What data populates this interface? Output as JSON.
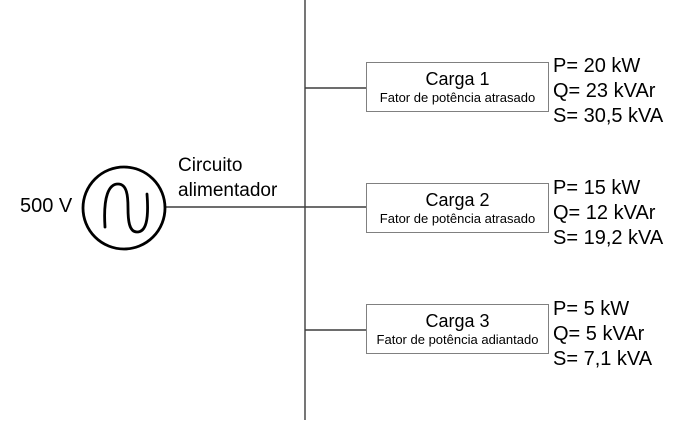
{
  "source": {
    "voltage_label": "500 V",
    "feeder_label": "Circuito\nalimentador"
  },
  "loads": [
    {
      "title": "Carga 1",
      "subtitle": "Fator de potência atrasado",
      "p": "P= 20 kW",
      "q": "Q= 23 kVAr",
      "s": "S= 30,5 kVA"
    },
    {
      "title": "Carga 2",
      "subtitle": "Fator de potência atrasado",
      "p": "P= 15 kW",
      "q": "Q= 12 kVAr",
      "s": "S= 19,2 kVA"
    },
    {
      "title": "Carga 3",
      "subtitle": "Fator de potência adiantado",
      "p": "P= 5 kW",
      "q": "Q= 5 kVAr",
      "s": "S= 7,1 kVA"
    }
  ],
  "colors": {
    "wire": "#3d3d3d",
    "symbol_stroke": "#000000",
    "box_border": "#808080",
    "text": "#000000",
    "background": "#ffffff"
  }
}
